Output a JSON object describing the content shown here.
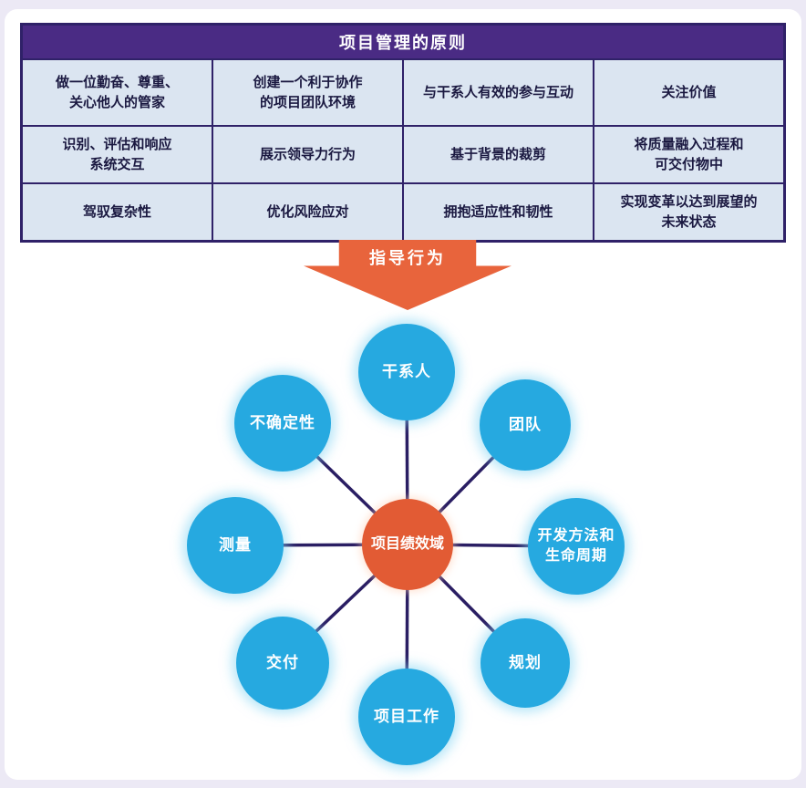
{
  "colors": {
    "header-purple": "#4A2B84",
    "table-line": "#2F2168",
    "cell-bg": "#DBE5F1",
    "cell-text": "#1A1840",
    "arrow-orange": "#E8643C",
    "hub-orange": "#E25B34",
    "node-blue": "#26A9E0",
    "spoke-line": "#2A1E63",
    "page-bg": "#ECE9F5"
  },
  "principles_table": {
    "title": "项目管理的原则",
    "rows": [
      [
        "做一位勤奋、尊重、\n关心他人的管家",
        "创建一个利于协作\n的项目团队环境",
        "与干系人有效的参与互动",
        "关注价值"
      ],
      [
        "识别、评估和响应\n系统交互",
        "展示领导力行为",
        "基于背景的裁剪",
        "将质量融入过程和\n可交付物中"
      ],
      [
        "驾驭复杂性",
        "优化风险应对",
        "拥抱适应性和韧性",
        "实现变革以达到展望的\n未来状态"
      ]
    ]
  },
  "arrow": {
    "label": "指导行为"
  },
  "hub_diagram": {
    "center": {
      "label": "项目绩效域"
    },
    "nodes": [
      {
        "id": "stakeholders",
        "label": "干系人"
      },
      {
        "id": "team",
        "label": "团队"
      },
      {
        "id": "development-approach-lifecycle",
        "label": "开发方法和\n生命周期"
      },
      {
        "id": "planning",
        "label": "规划"
      },
      {
        "id": "project-work",
        "label": "项目工作"
      },
      {
        "id": "delivery",
        "label": "交付"
      },
      {
        "id": "measurement",
        "label": "测量"
      },
      {
        "id": "uncertainty",
        "label": "不确定性"
      }
    ]
  }
}
